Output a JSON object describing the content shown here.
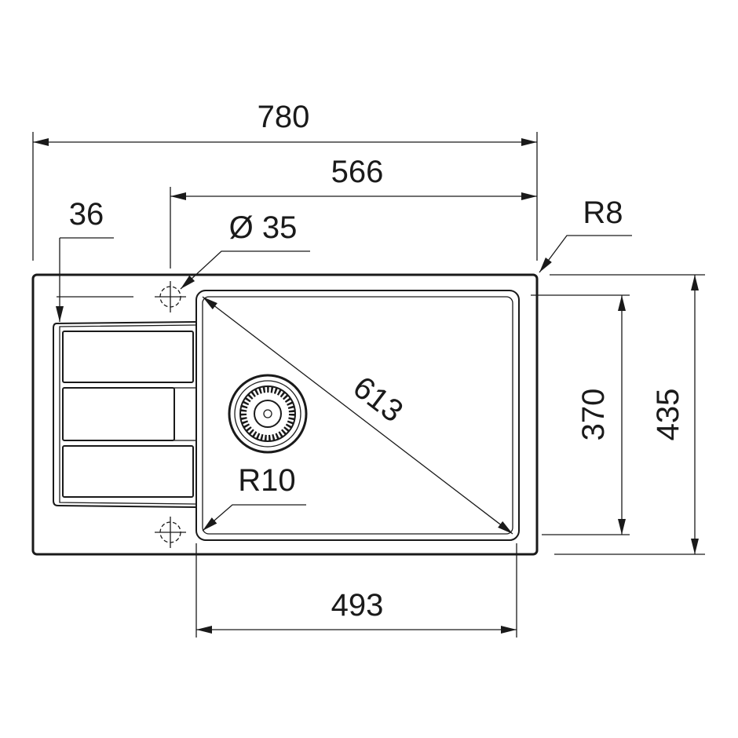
{
  "title": "Sink dimension drawing",
  "dimensions": {
    "overall_width": "780",
    "bowl_to_edge": "566",
    "drainer_offset": "36",
    "tap_hole_diameter": "Ø 35",
    "outer_radius": "R8",
    "bowl_diagonal": "613",
    "bowl_radius": "R10",
    "bowl_depth": "370",
    "overall_depth": "435",
    "bowl_width": "493"
  }
}
